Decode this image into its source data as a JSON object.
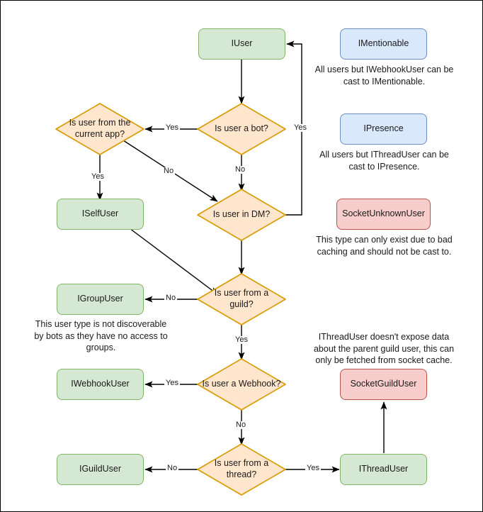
{
  "diagram": {
    "title": "Discord.Net user type resolution flowchart",
    "colors": {
      "green_fill": "#d5e8d4",
      "green_stroke": "#82b366",
      "blue_fill": "#dae8fc",
      "blue_stroke": "#6c8ebf",
      "red_fill": "#f8cecc",
      "red_stroke": "#b85450",
      "orange_fill": "#ffe6cc",
      "orange_stroke": "#d79b00",
      "edge_stroke": "#000000",
      "text": "#1a1a1a"
    },
    "nodes": {
      "iuser": "IUser",
      "imentionable": "IMentionable",
      "ipresence": "IPresence",
      "socket_unknown_user": "SocketUnknownUser",
      "iselfuser": "ISelfUser",
      "igroupuser": "IGroupUser",
      "iwebhookuser": "IWebhookUser",
      "iguilduser": "IGuildUser",
      "ithreaduser": "IThreadUser",
      "socket_guild_user": "SocketGuildUser"
    },
    "decisions": {
      "is_bot": "Is user a bot?",
      "is_current_app": "Is user from the current app?",
      "is_dm": "Is user in DM?",
      "is_guild": "Is user from a guild?",
      "is_webhook": "Is user a Webhook?",
      "is_thread": "Is user from a thread?"
    },
    "notes": {
      "mentionable": "All users but IWebhookUser can be cast to IMentionable.",
      "presence": "All users but IThreadUser can be cast to IPresence.",
      "socket_unknown": "This type can only exist due to bad caching and should not be cast to.",
      "group": "This user type is not discoverable by bots as they have no access to groups.",
      "thread": "IThreadUser doesn't expose data about the parent guild user, this can only be fetched from socket cache."
    },
    "edge_labels": {
      "bot_yes": "Yes",
      "bot_no": "No",
      "dm_yes": "Yes",
      "dm_no": "No",
      "app_yes": "Yes",
      "app_no": "No",
      "guild_no": "No",
      "guild_yes": "Yes",
      "webhook_yes": "Yes",
      "webhook_no": "No",
      "thread_no": "No",
      "thread_yes": "Yes"
    }
  }
}
